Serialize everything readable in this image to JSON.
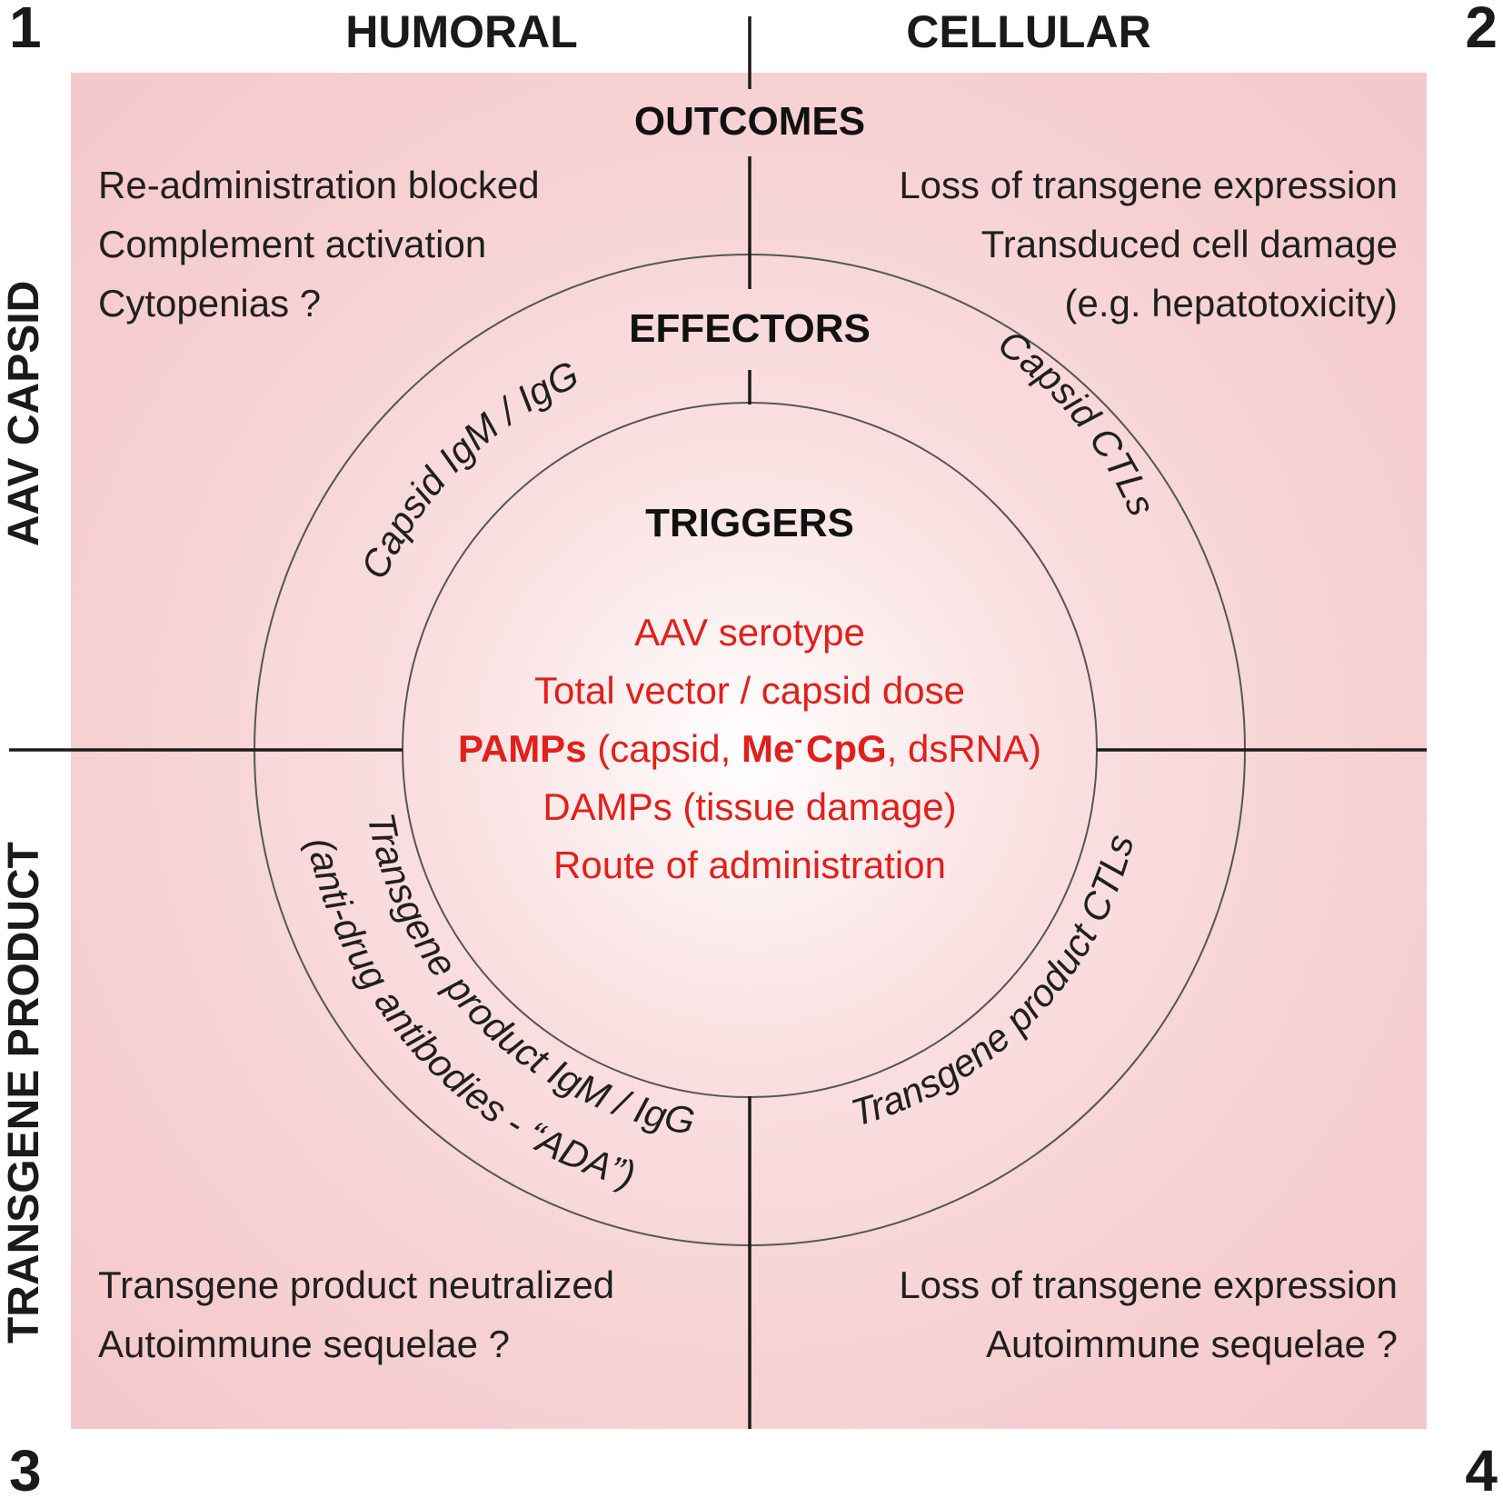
{
  "corners": {
    "top_left": "1",
    "top_right": "2",
    "bottom_left": "3",
    "bottom_right": "4"
  },
  "columns": {
    "left": "HUMORAL",
    "right": "CELLULAR"
  },
  "rows": {
    "top": "AAV CAPSID",
    "bottom": "TRANSGENE PRODUCT"
  },
  "sections": {
    "outcomes": "OUTCOMES",
    "effectors": "EFFECTORS",
    "triggers": "TRIGGERS"
  },
  "outcomes": {
    "top_left": [
      "Re-administration blocked",
      "Complement activation",
      "Cytopenias ?"
    ],
    "top_right": [
      "Loss of transgene expression",
      "Transduced cell damage",
      "(e.g. hepatotoxicity)"
    ],
    "bottom_left": [
      "Transgene product neutralized",
      "Autoimmune sequelae ?"
    ],
    "bottom_right": [
      "Loss of transgene expression",
      "Autoimmune sequelae ?"
    ]
  },
  "effectors": {
    "top_left": "Capsid IgM / IgG",
    "top_right": "Capsid CTLs",
    "bottom_left_line1": "Transgene product IgM / IgG",
    "bottom_left_line2": "(anti-drug antibodies - “ADA”)",
    "bottom_right": "Transgene product CTLs"
  },
  "triggers": {
    "line1": "AAV serotype",
    "line2": "Total vector / capsid dose",
    "line3": {
      "pamps": "PAMPs",
      "open": " (capsid, ",
      "me": "Me",
      "sup": "-",
      "cpg": "CpG",
      "rest": ", dsRNA)"
    },
    "line4": "DAMPs (tissue damage)",
    "line5": "Route of administration"
  },
  "colors": {
    "panel_edge": "#f6cdd0",
    "center_glow": "#ffffff",
    "trigger_text": "#e0201c",
    "line": "#1a1a1a"
  }
}
